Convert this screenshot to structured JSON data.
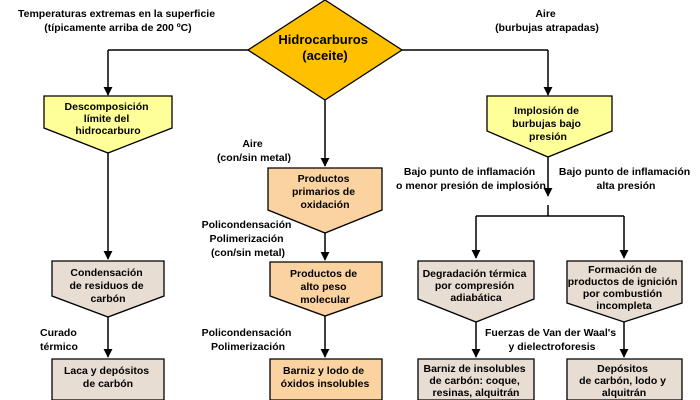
{
  "colors": {
    "diamond": "#FFC000",
    "yellow": "#FFFF99",
    "orange": "#FBD3A0",
    "beige": "#E8DDD2",
    "line": "#000000"
  },
  "top": {
    "node": [
      "Hidrocarburos",
      "(aceite)"
    ],
    "left_label": [
      "Temperaturas extremas en la superficie",
      "(típicamente arriba de 200 ºC)"
    ],
    "right_label": [
      "Aire",
      "(burbujas atrapadas)"
    ]
  },
  "left": {
    "decomp": [
      "Descomposición",
      "límite del",
      "hidrocarburo"
    ],
    "condensacion": [
      "Condensación",
      "de residuos de",
      "carbón"
    ],
    "curado": [
      "Curado",
      "térmico"
    ],
    "laca": [
      "Laca y depósitos",
      "de carbón"
    ]
  },
  "middle": {
    "aire": [
      "Aire",
      "(con/sin metal)"
    ],
    "productos_primarios": [
      "Productos",
      "primarios de",
      "oxidación"
    ],
    "policond1": [
      "Policondensación",
      "Polimerización",
      "(con/sin metal)"
    ],
    "alto_peso": [
      "Productos de",
      "alto peso",
      "molecular"
    ],
    "policond2": [
      "Policondensación",
      "Polimerización"
    ],
    "barniz": [
      "Barniz y lodo de",
      "óxidos insolubles"
    ]
  },
  "right": {
    "implosion": [
      "Implosión de",
      "burbujas bajo",
      "presión"
    ],
    "bajo_label": [
      "Bajo punto de inflamación",
      "o menor presión de implosión"
    ],
    "alta_label": [
      "Bajo punto de inflamación",
      "alta presión"
    ],
    "degradacion": [
      "Degradación térmica",
      "por compresión",
      "adiabática"
    ],
    "formacion": [
      "Formación de",
      "productos de ignición",
      "por combustión",
      "incompleta"
    ],
    "fuerzas": [
      "Fuerzas de Van der Waal's",
      "y dielectroforesis"
    ],
    "barniz_ins": [
      "Barniz de insolubles",
      "de carbón: coque,",
      "resinas, alquitrán"
    ],
    "depositos": [
      "Depósitos",
      "de carbón, lodo y",
      "alquitrán"
    ]
  }
}
